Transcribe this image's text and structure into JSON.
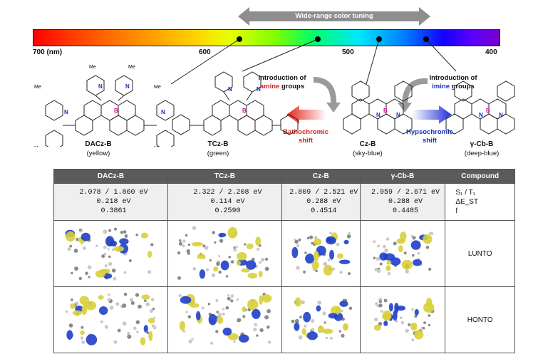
{
  "top_arrow": {
    "label": "Wide-range color tuning"
  },
  "spectrum": {
    "ticks": [
      "700 (nm)",
      "600",
      "500",
      "400"
    ]
  },
  "molecules": [
    {
      "name": "DACz-B",
      "color": "(yellow)"
    },
    {
      "name": "TCz-B",
      "color": "(green)"
    },
    {
      "name": "Cz-B",
      "color": "(sky-blue)"
    },
    {
      "name": "γ-Cb-B",
      "color": "(deep-blue)"
    }
  ],
  "annotations": {
    "amine_line1": "Introduction of",
    "amine_line2a": "amine",
    "amine_line2b": " groups",
    "imine_line1": "Introduction of",
    "imine_line2a": "imine",
    "imine_line2b": " groups",
    "bathochromic_1": "Bathochromic",
    "bathochromic_2": "shift",
    "hypsochromic_1": "Hypsochromic",
    "hypsochromic_2": "shift"
  },
  "atom_labels": {
    "N": "N",
    "B": "B",
    "Me": "Me"
  },
  "table": {
    "headers": [
      "DACz-B",
      "TCz-B",
      "Cz-B",
      "γ-Cb-B",
      "Compound"
    ],
    "props": [
      "S₁ / T₁",
      "ΔE_ST",
      "f"
    ],
    "rows": [
      {
        "col": "DACz-B",
        "s1t1": "2.078 / 1.860 eV",
        "dest": "0.218 eV",
        "f": "0.3861"
      },
      {
        "col": "TCz-B",
        "s1t1": "2.322 / 2.208 eV",
        "dest": "0.114 eV",
        "f": "0.2590"
      },
      {
        "col": "Cz-B",
        "s1t1": "2.809 / 2.521 eV",
        "dest": "0.288 eV",
        "f": "0.4514"
      },
      {
        "col": "γ-Cb-B",
        "s1t1": "2.959 / 2.671 eV",
        "dest": "0.288 eV",
        "f": "0.4485"
      }
    ],
    "row_labels": [
      "LUNTO",
      "HONTO"
    ]
  },
  "colors": {
    "red_arrow": "#e53a2a",
    "blue_arrow": "#2a3ee5",
    "gray_arrow": "#9a9a9a",
    "header_bg": "#5b5b5b",
    "lobe_yellow": "#d8cf3a",
    "lobe_blue": "#1f3fc9"
  }
}
